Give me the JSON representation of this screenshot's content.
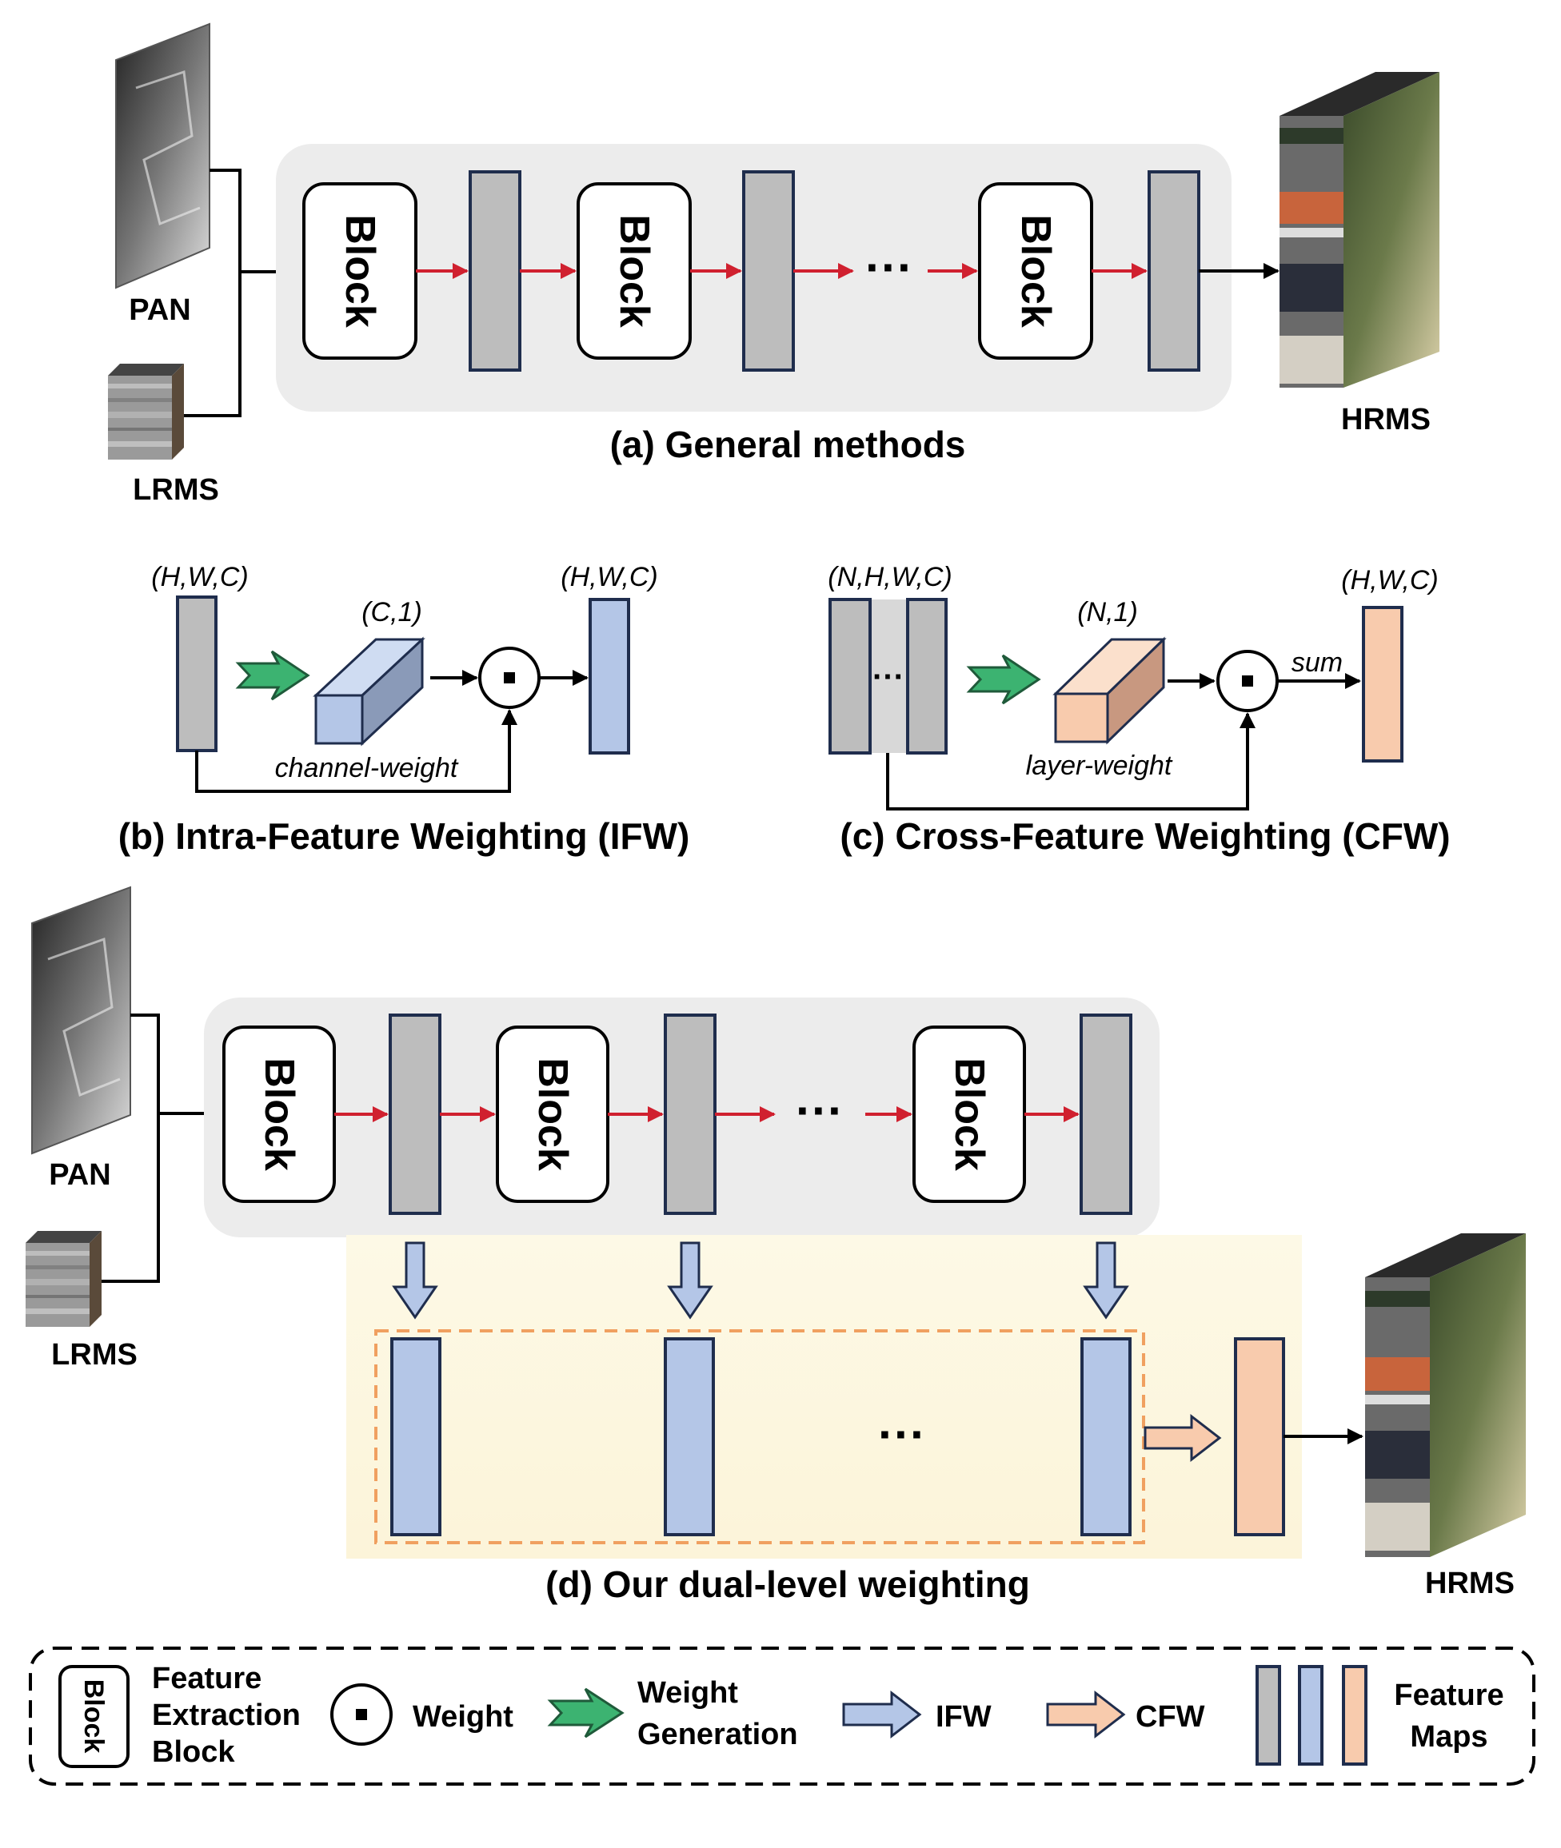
{
  "colors": {
    "panel_bg": "#ececec",
    "highlight_bg": "#fdf9e6",
    "gray_map": "#bdbdbd",
    "blue_map": "#b4c6e7",
    "orange_map": "#f8cbad",
    "map_border": "#1f2d4d",
    "red_arrow": "#d0202f",
    "green_arrow": "#3cb371",
    "dashed_orange": "#f0a060"
  },
  "panel_a": {
    "input_pan": "PAN",
    "input_lrms": "LRMS",
    "output": "HRMS",
    "block_label": "Block",
    "ellipsis": "···",
    "caption": "(a) General methods"
  },
  "panel_b": {
    "input_dim": "(H,W,C)",
    "weight_dim": "(C,1)",
    "output_dim": "(H,W,C)",
    "weight_name": "channel-weight",
    "caption": "(b) Intra-Feature Weighting (IFW)"
  },
  "panel_c": {
    "input_dim": "(N,H,W,C)",
    "weight_dim": "(N,1)",
    "output_dim": "(H,W,C)",
    "sum_label": "sum",
    "weight_name": "layer-weight",
    "ellipsis": "···",
    "caption": "(c) Cross-Feature Weighting (CFW)"
  },
  "panel_d": {
    "input_pan": "PAN",
    "input_lrms": "LRMS",
    "output": "HRMS",
    "block_label": "Block",
    "ellipsis": "···",
    "caption": "(d) Our dual-level weighting"
  },
  "legend": {
    "block_icon_label": "Block",
    "block_desc": [
      "Feature",
      "Extraction",
      "Block"
    ],
    "weight": "Weight",
    "weight_gen": [
      "Weight",
      "Generation"
    ],
    "ifw": "IFW",
    "cfw": "CFW",
    "feature_maps": [
      "Feature",
      "Maps"
    ]
  }
}
